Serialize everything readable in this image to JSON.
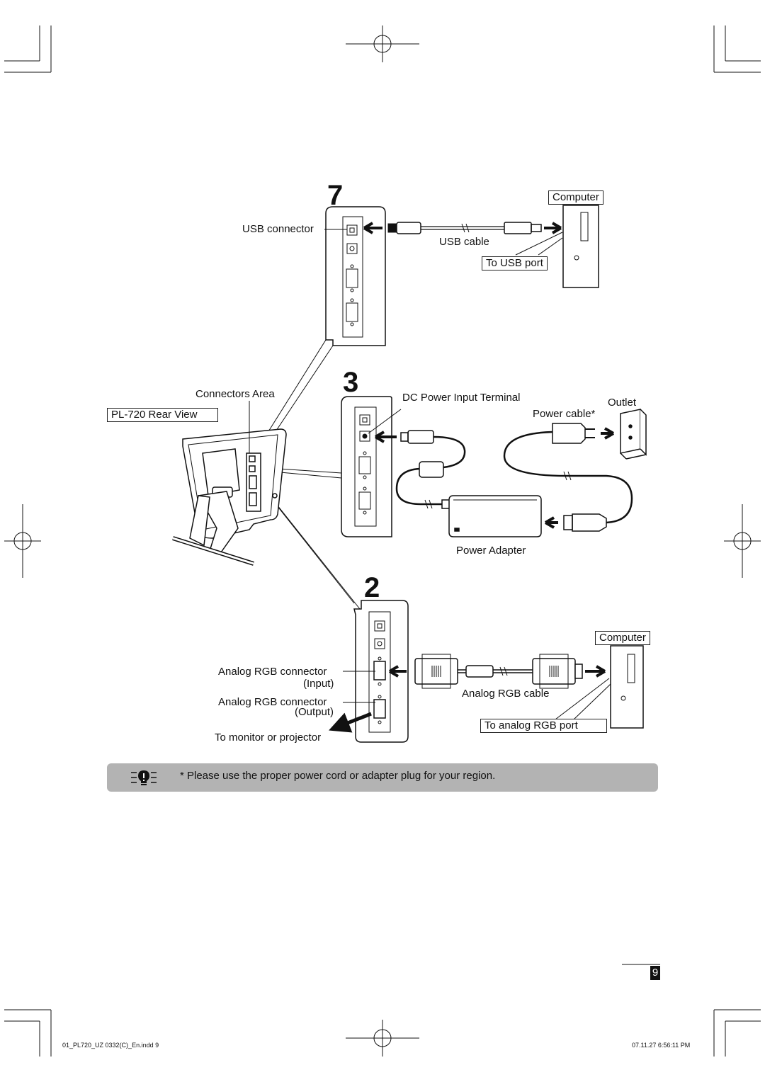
{
  "steps": {
    "usb": "7",
    "power": "3",
    "rgb": "2"
  },
  "labels": {
    "computer_usb": "Computer",
    "usb_connector": "USB connector",
    "usb_cable": "USB cable",
    "to_usb_port": "To USB port",
    "connectors_area": "Connectors Area",
    "rear_view": "PL-720 Rear View",
    "dc_input": "DC Power Input Terminal",
    "outlet": "Outlet",
    "power_cable": "Power cable*",
    "power_adapter": "Power Adapter",
    "computer_rgb": "Computer",
    "rgb_in_line1": "Analog RGB connector",
    "rgb_in_line2": "(Input)",
    "rgb_out_line1": "Analog RGB connector",
    "rgb_out_line2": "(Output)",
    "to_monitor": "To monitor or projector",
    "rgb_cable": "Analog RGB cable",
    "to_rgb_port": "To analog RGB port"
  },
  "note": {
    "icon": "hint-lightbulb-icon",
    "text": "* Please use the proper power cord or adapter plug for your region."
  },
  "page_number": "9",
  "footer": {
    "left": "01_PL720_UZ 0332(C)_En.indd   9",
    "right": "07.11.27   6:56:11 PM"
  }
}
